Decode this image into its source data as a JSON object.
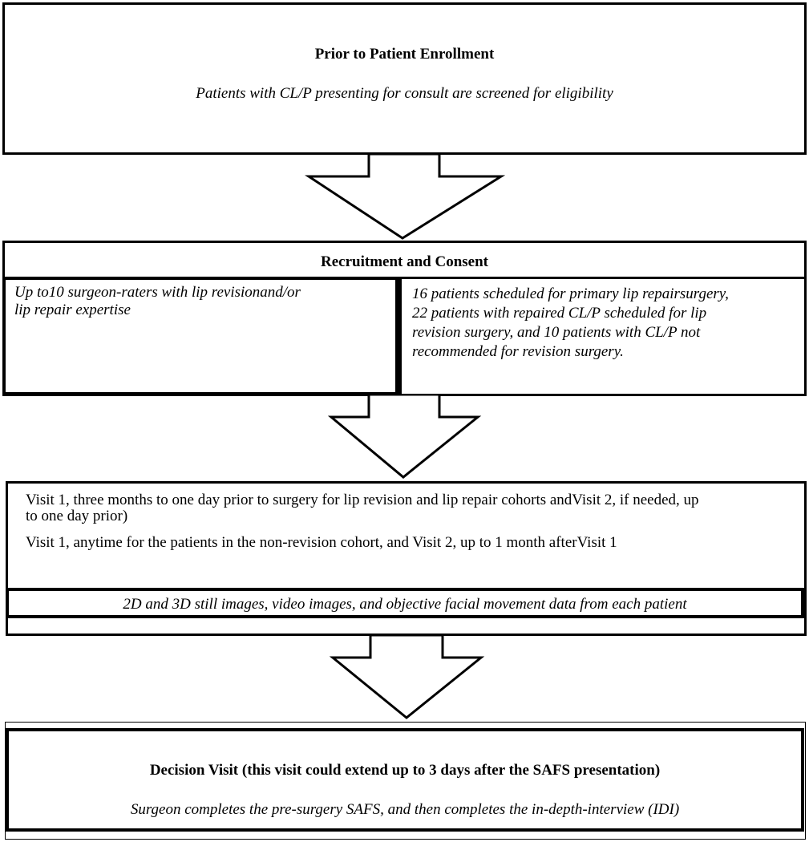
{
  "step1": {
    "title": "Prior to Patient Enrollment",
    "text": "Patients with CL/P presenting for consult are screened for eligibility"
  },
  "step2": {
    "title": "Recruitment and Consent",
    "left": {
      "line1": "Up to10 surgeon-raters with lip revisionand/or",
      "line2": "lip repair expertise"
    },
    "right": {
      "line1": "16 patients scheduled for primary lip repairsurgery,",
      "line2": "22 patients with repaired CL/P scheduled for lip",
      "line3": "revision surgery, and 10 patients with CL/P not",
      "line4": "recommended for revision surgery."
    }
  },
  "step3": {
    "para1_line1": "Visit 1, three months to one day prior to surgery for lip revision and lip repair cohorts andVisit 2, if needed, up",
    "para1_line2": "to one day prior)",
    "para2": "Visit 1, anytime for the patients in the non-revision cohort, and Visit 2, up to 1 month afterVisit 1",
    "sub": "2D and 3D still images, video images, and objective facial movement data from each patient"
  },
  "step4": {
    "title": "Decision Visit (this visit could extend up to 3 days after the SAFS presentation)",
    "text": "Surgeon completes the pre-surgery SAFS, and then completes the in-depth-interview (IDI)"
  }
}
